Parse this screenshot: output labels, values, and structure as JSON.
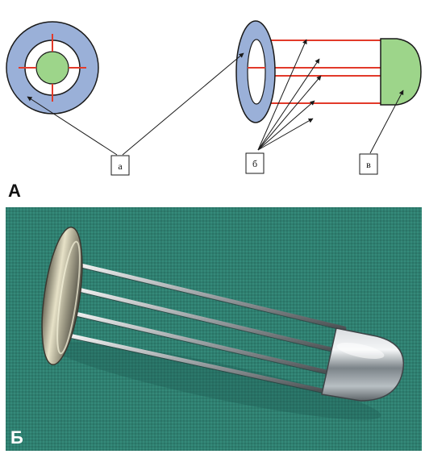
{
  "panel_a": {
    "label": "А",
    "callouts": [
      {
        "id": "a",
        "text": "а"
      },
      {
        "id": "b",
        "text": "б"
      },
      {
        "id": "v",
        "text": "в"
      }
    ]
  },
  "panel_b": {
    "label": "Б"
  },
  "colors": {
    "ring": "#9ab0d8",
    "center": "#9dd58a",
    "wire": "#e23a2a",
    "outline": "#1a1a1a",
    "fabric": "#2f7f70"
  }
}
